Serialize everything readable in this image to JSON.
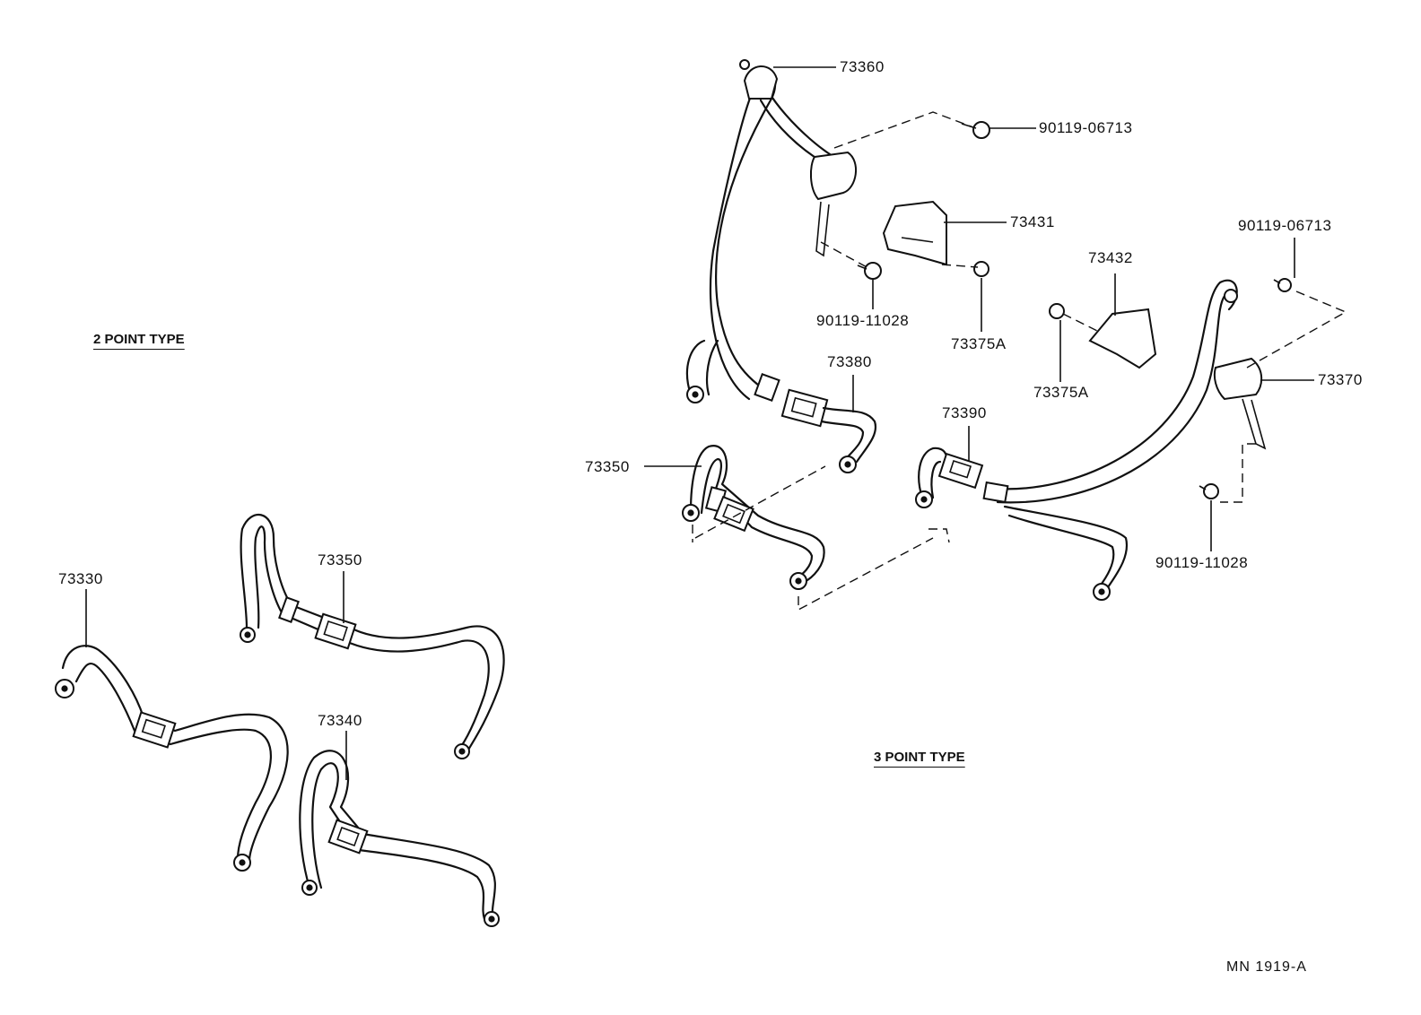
{
  "titles": {
    "two_point": "2 POINT TYPE",
    "three_point": "3 POINT TYPE"
  },
  "part_numbers": {
    "p73330": "73330",
    "p73350_left": "73350",
    "p73340": "73340",
    "p73360": "73360",
    "p90119_06713_top": "90119-06713",
    "p73431": "73431",
    "p90119_11028_upper": "90119-11028",
    "p73375A_left": "73375A",
    "p73432": "73432",
    "p73375A_right": "73375A",
    "p90119_06713_right": "90119-06713",
    "p73380": "73380",
    "p73370": "73370",
    "p73390": "73390",
    "p73350_right": "73350",
    "p90119_11028_lower": "90119-11028"
  },
  "diagram_code": "MN 1919-A"
}
